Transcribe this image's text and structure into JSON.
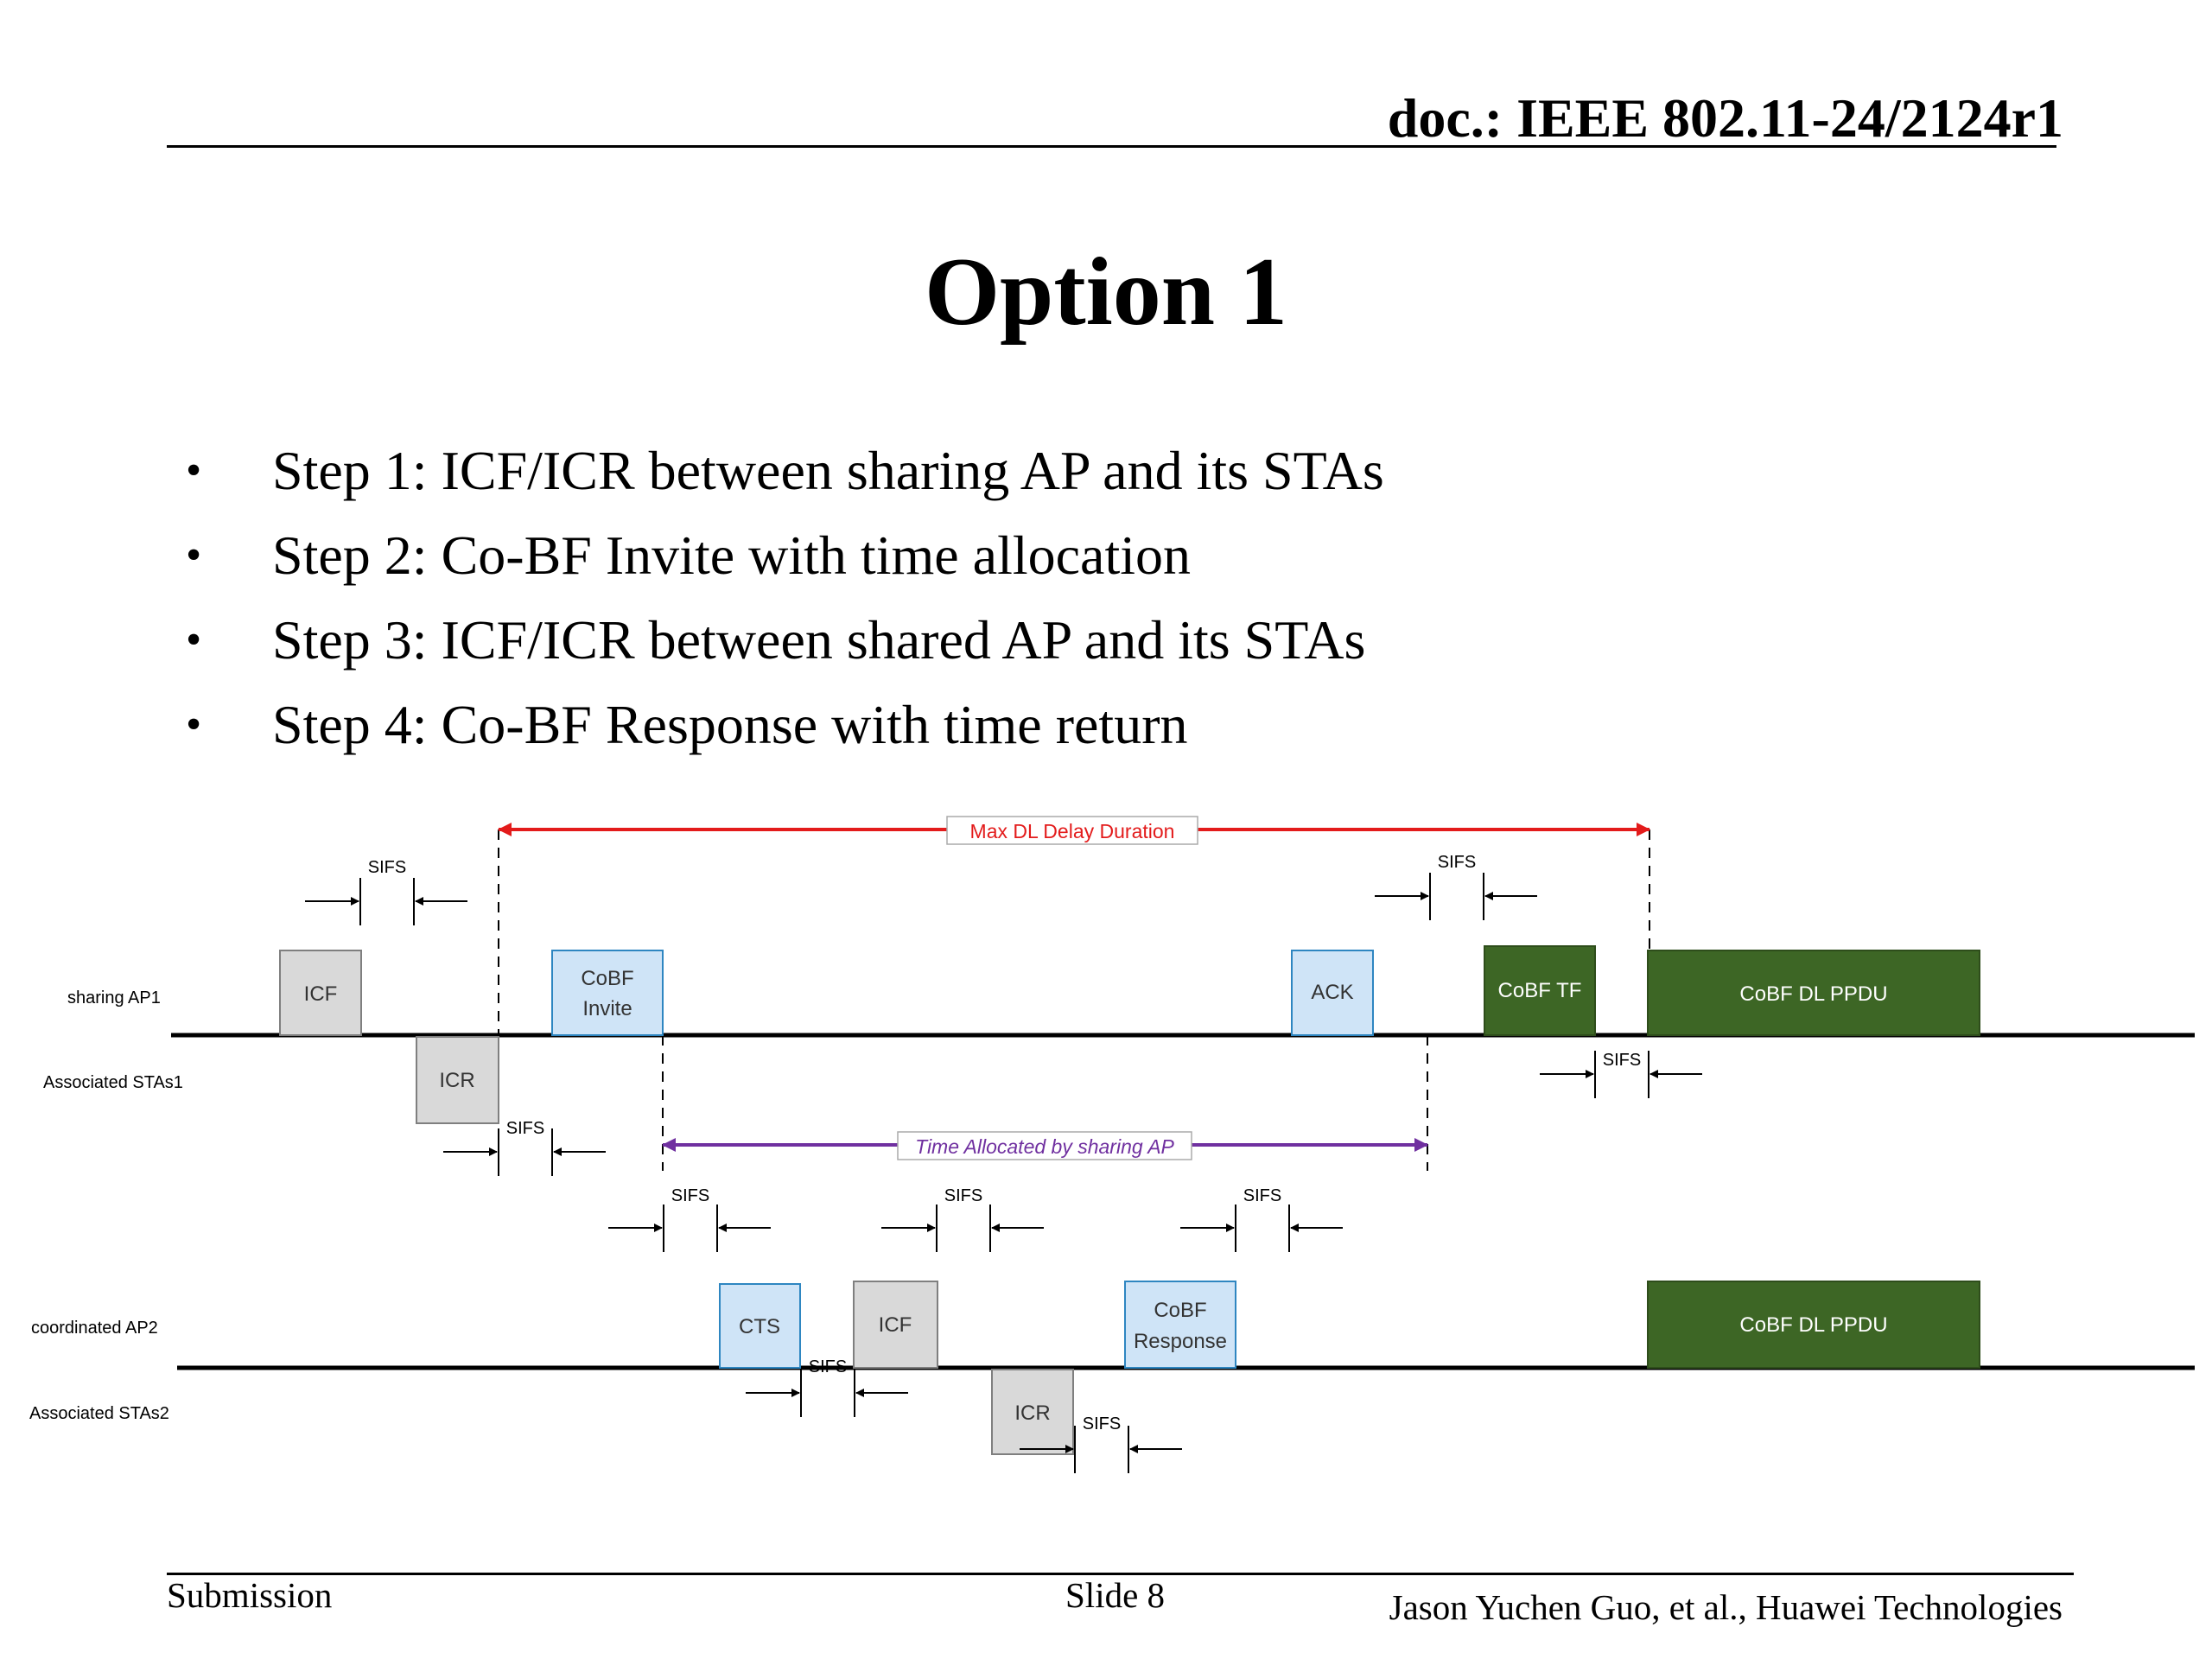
{
  "header": {
    "doc_id": "doc.: IEEE 802.11-24/2124r1"
  },
  "title": "Option 1",
  "bullets": [
    "Step 1: ICF/ICR between sharing AP and its STAs",
    "Step 2: Co-BF Invite with time allocation",
    "Step 3: ICF/ICR between shared AP and its STAs",
    "Step 4: Co-BF Response with time return"
  ],
  "bullet_marker": "•",
  "diagram": {
    "rows": {
      "sharing_ap": "sharing AP1",
      "stas1": "Associated STAs1",
      "coordinated_ap": "coordinated AP2",
      "stas2": "Associated STAs2"
    },
    "frames": {
      "icf1": "ICF",
      "cobf_invite": [
        "CoBF",
        "Invite"
      ],
      "ack": "ACK",
      "cobf_tf": "CoBF TF",
      "cobf_dl_ppdu_1": "CoBF DL PPDU",
      "icr1": "ICR",
      "cts": "CTS",
      "icf2": "ICF",
      "cobf_response": [
        "CoBF",
        "Response"
      ],
      "cobf_dl_ppdu_2": "CoBF DL PPDU",
      "icr2": "ICR"
    },
    "sifs_label": "SIFS",
    "max_dl_delay_label": "Max DL Delay Duration",
    "time_allocated_label": "Time Allocated by sharing AP",
    "colors": {
      "gray_frame": "#d9d9d9",
      "blue_frame": "#cfe4f7",
      "green_frame": "#3d6625",
      "red_arrow": "#e31b1b",
      "purple_arrow": "#7030a0"
    }
  },
  "footer": {
    "left": "Submission",
    "center": "Slide 8",
    "right": "Jason Yuchen Guo, et al., Huawei Technologies"
  }
}
